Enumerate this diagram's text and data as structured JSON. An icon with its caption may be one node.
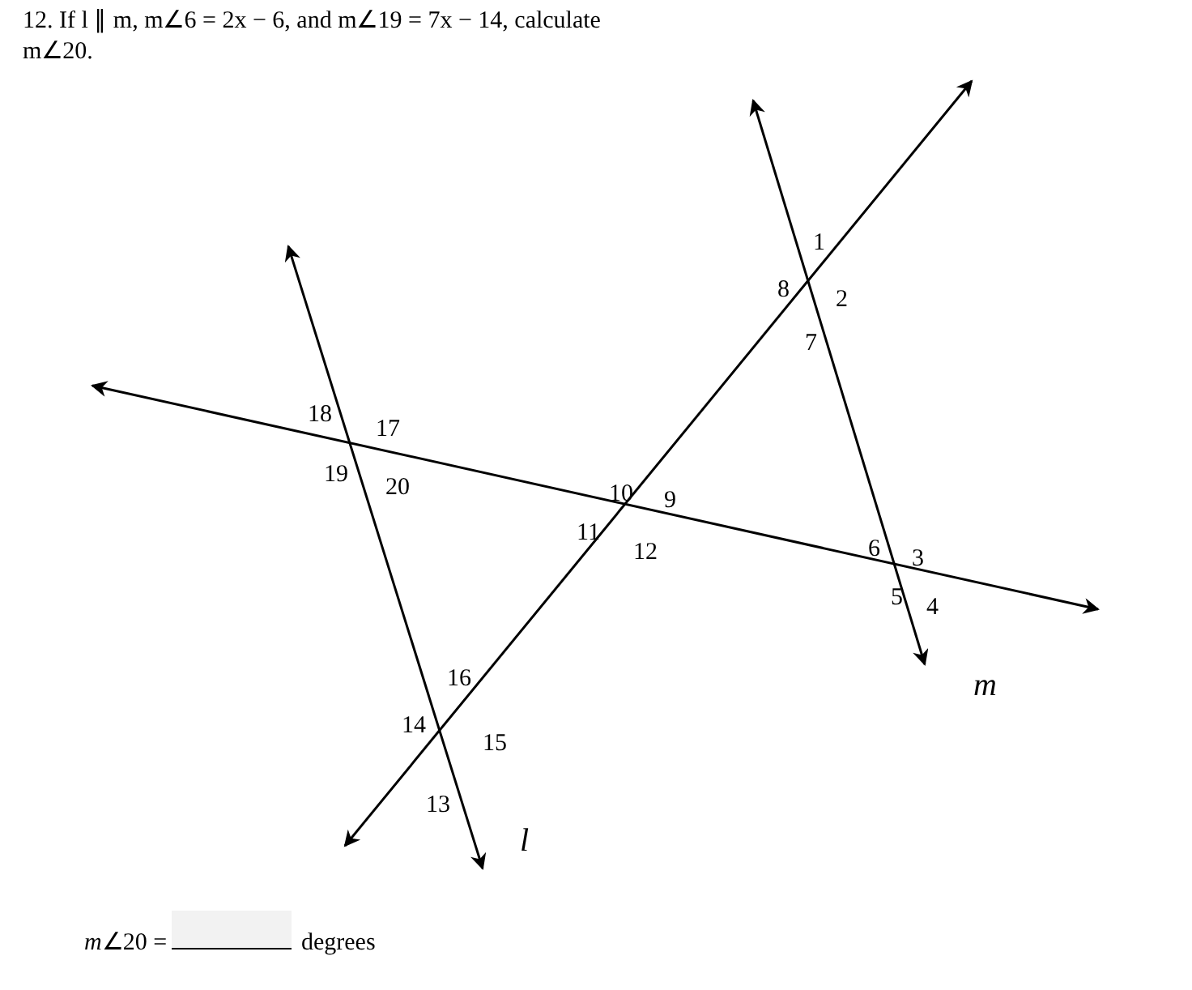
{
  "diagram": {
    "title": "12. If l ∥ m, m∠6 = 2x − 6, and m∠19 = 7x − 14, calculate m∠20.",
    "labels": [
      "1",
      "8",
      "2",
      "7",
      "18",
      "17",
      "19",
      "20",
      "10",
      "9",
      "11",
      "12",
      "6",
      "3",
      "5",
      "4",
      "16",
      "14",
      "15",
      "13",
      "l",
      "m",
      "*m*∠20 =",
      "degrees"
    ]
  }
}
